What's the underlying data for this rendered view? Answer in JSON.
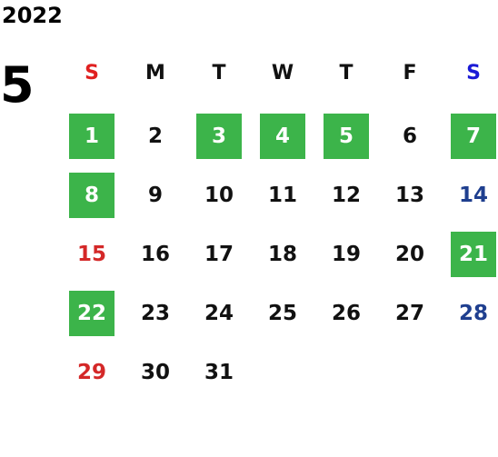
{
  "year": "2022",
  "month": "5",
  "colors": {
    "sunday_header": "#e02020",
    "saturday_header": "#1a1ad6",
    "sunday": "#d42828",
    "saturday": "#1f3f8f",
    "weekday": "#111111",
    "highlight_bg": "#3cb44a",
    "highlight_text": "#ffffff"
  },
  "weekdays": [
    {
      "label": "S",
      "type": "sunday"
    },
    {
      "label": "M",
      "type": "weekday"
    },
    {
      "label": "T",
      "type": "weekday"
    },
    {
      "label": "W",
      "type": "weekday"
    },
    {
      "label": "T",
      "type": "weekday"
    },
    {
      "label": "F",
      "type": "weekday"
    },
    {
      "label": "S",
      "type": "saturday"
    }
  ],
  "leading_blanks": 0,
  "days": [
    {
      "label": "1",
      "dow": "sunday",
      "highlight": true
    },
    {
      "label": "2",
      "dow": "weekday",
      "highlight": false
    },
    {
      "label": "3",
      "dow": "weekday",
      "highlight": true
    },
    {
      "label": "4",
      "dow": "weekday",
      "highlight": true
    },
    {
      "label": "5",
      "dow": "weekday",
      "highlight": true
    },
    {
      "label": "6",
      "dow": "weekday",
      "highlight": false
    },
    {
      "label": "7",
      "dow": "saturday",
      "highlight": true
    },
    {
      "label": "8",
      "dow": "sunday",
      "highlight": true
    },
    {
      "label": "9",
      "dow": "weekday",
      "highlight": false
    },
    {
      "label": "10",
      "dow": "weekday",
      "highlight": false
    },
    {
      "label": "11",
      "dow": "weekday",
      "highlight": false
    },
    {
      "label": "12",
      "dow": "weekday",
      "highlight": false
    },
    {
      "label": "13",
      "dow": "weekday",
      "highlight": false
    },
    {
      "label": "14",
      "dow": "saturday",
      "highlight": false
    },
    {
      "label": "15",
      "dow": "sunday",
      "highlight": false
    },
    {
      "label": "16",
      "dow": "weekday",
      "highlight": false
    },
    {
      "label": "17",
      "dow": "weekday",
      "highlight": false
    },
    {
      "label": "18",
      "dow": "weekday",
      "highlight": false
    },
    {
      "label": "19",
      "dow": "weekday",
      "highlight": false
    },
    {
      "label": "20",
      "dow": "weekday",
      "highlight": false
    },
    {
      "label": "21",
      "dow": "saturday",
      "highlight": true
    },
    {
      "label": "22",
      "dow": "sunday",
      "highlight": true
    },
    {
      "label": "23",
      "dow": "weekday",
      "highlight": false
    },
    {
      "label": "24",
      "dow": "weekday",
      "highlight": false
    },
    {
      "label": "25",
      "dow": "weekday",
      "highlight": false
    },
    {
      "label": "26",
      "dow": "weekday",
      "highlight": false
    },
    {
      "label": "27",
      "dow": "weekday",
      "highlight": false
    },
    {
      "label": "28",
      "dow": "saturday",
      "highlight": false
    },
    {
      "label": "29",
      "dow": "sunday",
      "highlight": false
    },
    {
      "label": "30",
      "dow": "weekday",
      "highlight": false
    },
    {
      "label": "31",
      "dow": "weekday",
      "highlight": false
    }
  ]
}
